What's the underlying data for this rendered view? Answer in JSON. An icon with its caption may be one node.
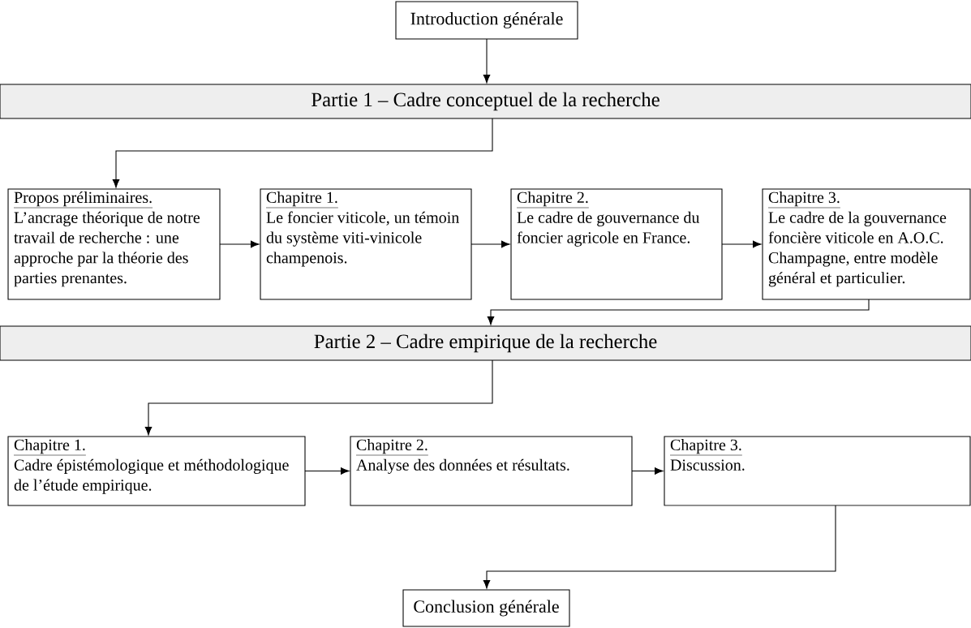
{
  "diagram": {
    "nodes": [
      {
        "text": [
          "Introduction générale"
        ]
      },
      {
        "text": [
          "Partie 1 – Cadre conceptuel de la recherche"
        ]
      },
      {
        "text": [
          "Propos préliminaires.",
          "L’ancrage théorique de notre travail de recherche : une approche par la théorie des parties prenantes."
        ]
      },
      {
        "text": [
          "Chapitre 1.",
          "Le foncier viticole, un témoin du système viti-vinicole champenois."
        ]
      },
      {
        "text": [
          "Chapitre 2.",
          "Le cadre de gouvernance du foncier agricole en France."
        ]
      },
      {
        "text": [
          "Chapitre 3.",
          "Le cadre de la gouvernance foncière viticole en A.O.C. Champagne, entre modèle général et particulier."
        ]
      },
      {
        "text": [
          "Partie 2 – Cadre empirique de la recherche"
        ]
      },
      {
        "text": [
          "Chapitre 1.",
          "Cadre épistémologique et méthodologique de l’étude empirique."
        ]
      },
      {
        "text": [
          "Chapitre 2.",
          "Analyse des données et résultats."
        ]
      },
      {
        "text": [
          "Chapitre 3.",
          "Discussion."
        ]
      },
      {
        "text": [
          "Conclusion générale"
        ]
      }
    ],
    "edges": [
      {
        "from": 0,
        "to": 1,
        "arrow": "to"
      },
      {
        "from": 1,
        "to": 2,
        "arrow": "to"
      },
      {
        "from": 2,
        "to": 3,
        "arrow": "to"
      },
      {
        "from": 3,
        "to": 4,
        "arrow": "to"
      },
      {
        "from": 4,
        "to": 5,
        "arrow": "to"
      },
      {
        "from": 5,
        "to": 6,
        "arrow": "to"
      },
      {
        "from": 6,
        "to": 7,
        "arrow": "to"
      },
      {
        "from": 7,
        "to": 8,
        "arrow": "to"
      },
      {
        "from": 8,
        "to": 9,
        "arrow": "to"
      },
      {
        "from": 9,
        "to": 10,
        "arrow": "to"
      }
    ]
  }
}
